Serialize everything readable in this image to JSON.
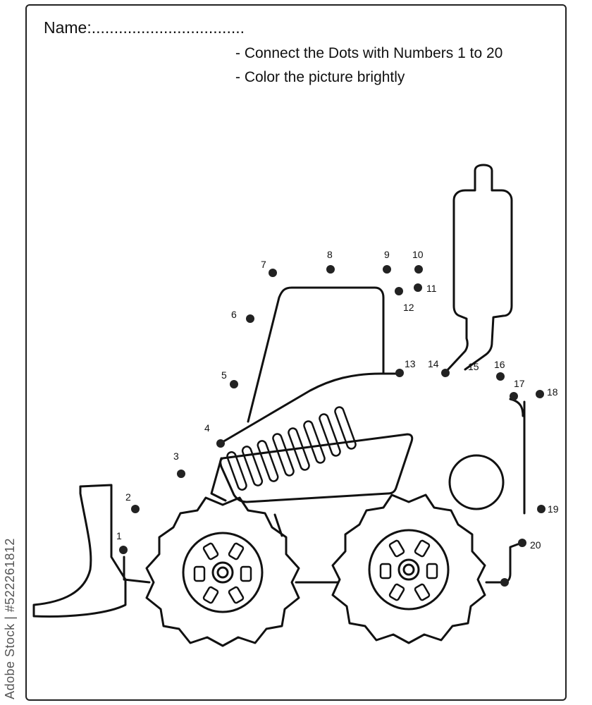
{
  "header": {
    "name_label": "Name:..................................",
    "instructions": [
      "- Connect the Dots with Numbers 1 to 20",
      "- Color the picture brightly"
    ]
  },
  "dots": {
    "numbers": [
      "1",
      "2",
      "3",
      "4",
      "5",
      "6",
      "7",
      "8",
      "9",
      "10",
      "11",
      "12",
      "13",
      "14",
      "15",
      "16",
      "17",
      "18",
      "19",
      "20"
    ]
  },
  "watermark": {
    "text": "Adobe Stock | #522261812"
  }
}
